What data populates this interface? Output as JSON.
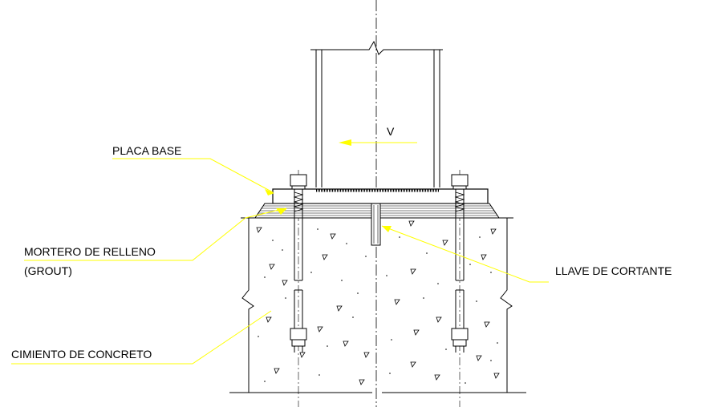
{
  "labels": {
    "placa_base": "PLACA BASE",
    "mortero_line1": "MORTERO DE RELLENO",
    "mortero_line2": "(GROUT)",
    "llave": "LLAVE DE CORTANTE",
    "cimiento": "CIMIENTO DE CONCRETO",
    "force": "V"
  },
  "colors": {
    "line": "#000000",
    "leader": "#ffff00",
    "background": "#ffffff"
  }
}
